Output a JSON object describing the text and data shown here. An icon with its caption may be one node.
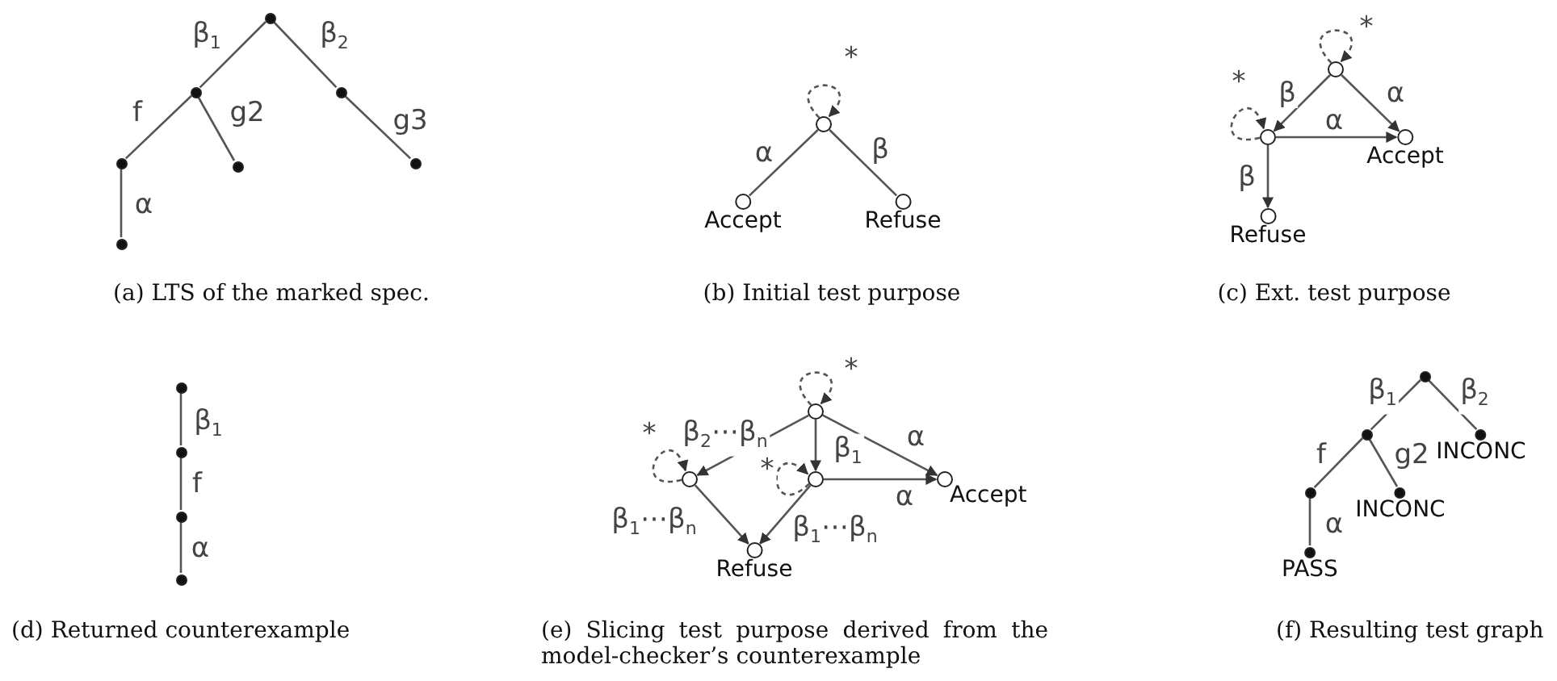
{
  "diagram": {
    "nodes": [
      {
        "text": [],
        "shape": "circle"
      },
      {
        "text": [],
        "shape": "circle"
      },
      {
        "text": [],
        "shape": "circle"
      },
      {
        "text": [],
        "shape": "circle"
      },
      {
        "text": [],
        "shape": "circle"
      },
      {
        "text": [],
        "shape": "circle"
      },
      {
        "text": [],
        "shape": "circle"
      },
      {
        "text": [],
        "shape": "circle"
      },
      {
        "text": [
          "Accept"
        ]
      },
      {
        "text": [
          "Refuse"
        ]
      },
      {
        "text": [],
        "shape": "circle"
      },
      {
        "text": [],
        "shape": "circle"
      },
      {
        "text": [
          "Accept"
        ]
      },
      {
        "text": [
          "Refuse"
        ]
      },
      {
        "text": [],
        "shape": "circle"
      },
      {
        "text": [],
        "shape": "circle"
      },
      {
        "text": [],
        "shape": "circle"
      },
      {
        "text": [],
        "shape": "circle"
      },
      {
        "text": [],
        "shape": "circle"
      },
      {
        "text": [],
        "shape": "circle"
      },
      {
        "text": [],
        "shape": "circle"
      },
      {
        "text": [
          "Accept"
        ]
      },
      {
        "text": [
          "Refuse"
        ]
      },
      {
        "text": [],
        "shape": "circle"
      },
      {
        "text": [],
        "shape": "circle"
      },
      {
        "text": [
          "INCONC"
        ]
      },
      {
        "text": [],
        "shape": "circle"
      },
      {
        "text": [
          "INCONC"
        ]
      },
      {
        "text": [
          "PASS"
        ]
      }
    ],
    "edges": [
      {
        "from": 0,
        "to": 1,
        "arrow": "none",
        "label": "β$_{1}$"
      },
      {
        "from": 0,
        "to": 2,
        "arrow": "none",
        "label": "β$_{2}$"
      },
      {
        "from": 1,
        "to": 3,
        "arrow": "none",
        "label": "f"
      },
      {
        "from": 1,
        "to": 4,
        "arrow": "none",
        "label": "g2"
      },
      {
        "from": 2,
        "to": 5,
        "arrow": "none",
        "label": "g3"
      },
      {
        "from": 3,
        "to": 6,
        "arrow": "none",
        "label": "α"
      },
      {
        "from": 7,
        "to": 7,
        "arrow": "to",
        "label": "*",
        "style": "dashed"
      },
      {
        "from": 7,
        "to": 8,
        "arrow": "none",
        "label": "α"
      },
      {
        "from": 7,
        "to": 9,
        "arrow": "none",
        "label": "β"
      },
      {
        "from": 10,
        "to": 10,
        "arrow": "to",
        "label": "*",
        "style": "dashed"
      },
      {
        "from": 10,
        "to": 11,
        "arrow": "to",
        "label": "β"
      },
      {
        "from": 10,
        "to": 12,
        "arrow": "to",
        "label": "α"
      },
      {
        "from": 11,
        "to": 11,
        "arrow": "to",
        "label": "*",
        "style": "dashed"
      },
      {
        "from": 11,
        "to": 12,
        "arrow": "to",
        "label": "α"
      },
      {
        "from": 11,
        "to": 13,
        "arrow": "to",
        "label": "β"
      },
      {
        "from": 14,
        "to": 15,
        "arrow": "none",
        "label": "β$_{1}$"
      },
      {
        "from": 15,
        "to": 16,
        "arrow": "none",
        "label": "f"
      },
      {
        "from": 16,
        "to": 17,
        "arrow": "none",
        "label": "α"
      },
      {
        "from": 18,
        "to": 18,
        "arrow": "to",
        "label": "*",
        "style": "dashed"
      },
      {
        "from": 18,
        "to": 19,
        "arrow": "to",
        "label": "β$_{2}$⋯β$_{n}$"
      },
      {
        "from": 18,
        "to": 20,
        "arrow": "to",
        "label": "β$_{1}$"
      },
      {
        "from": 18,
        "to": 21,
        "arrow": "to",
        "label": "α"
      },
      {
        "from": 19,
        "to": 19,
        "arrow": "to",
        "label": "*",
        "style": "dashed"
      },
      {
        "from": 20,
        "to": 20,
        "arrow": "to",
        "label": "*",
        "style": "dashed"
      },
      {
        "from": 20,
        "to": 21,
        "arrow": "to",
        "label": "α"
      },
      {
        "from": 19,
        "to": 22,
        "arrow": "to",
        "label": "β$_{1}$⋯β$_{n}$"
      },
      {
        "from": 20,
        "to": 22,
        "arrow": "to",
        "label": "β$_{1}$⋯β$_{n}$"
      },
      {
        "from": 23,
        "to": 24,
        "arrow": "none",
        "label": "β$_{1}$"
      },
      {
        "from": 23,
        "to": 25,
        "arrow": "none",
        "label": "β$_{2}$"
      },
      {
        "from": 24,
        "to": 26,
        "arrow": "none",
        "label": "f"
      },
      {
        "from": 24,
        "to": 27,
        "arrow": "none",
        "label": "g2"
      },
      {
        "from": 26,
        "to": 28,
        "arrow": "none",
        "label": "α"
      }
    ],
    "labels": [
      "(a) LTS of the marked spec.",
      "(b) Initial test purpose",
      "(c) Ext. test purpose",
      "(d) Returned counterexample",
      "(e) Slicing test purpose derived from the model-checker’s counterexample",
      "(f) Resulting test graph"
    ]
  }
}
